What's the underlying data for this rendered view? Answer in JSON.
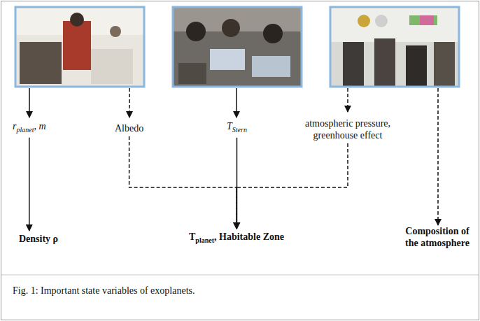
{
  "diagram": {
    "caption": "Fig. 1: Important state variables of exoplanets.",
    "nodes": [
      {
        "text": [
          "rplanet, m"
        ]
      },
      {
        "text": [
          "Albedo"
        ]
      },
      {
        "text": [
          "TStern"
        ]
      },
      {
        "text": [
          "atmospheric pressure, greenhouse effect"
        ]
      },
      {
        "text": [
          "Density ρ"
        ]
      },
      {
        "text": [
          "Tplanet, Habitable Zone"
        ]
      },
      {
        "text": [
          "Composition of the atmosphere"
        ]
      }
    ],
    "edges": [
      {
        "from": 0,
        "to": 4,
        "arrow": "to"
      },
      {
        "from": 1,
        "to": 5,
        "arrow": "to"
      },
      {
        "from": 2,
        "to": 5,
        "arrow": "to"
      },
      {
        "from": 3,
        "to": 5,
        "arrow": "to"
      }
    ]
  }
}
